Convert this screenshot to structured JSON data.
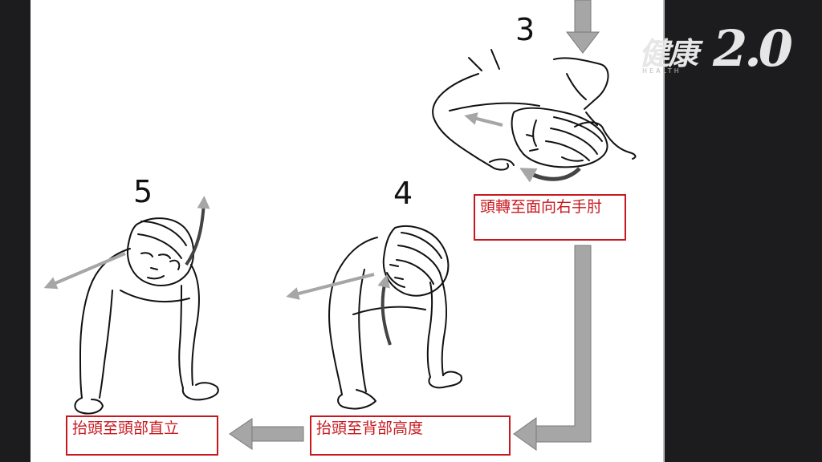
{
  "steps": [
    {
      "number": "3",
      "caption": "頭轉至面向右手肘"
    },
    {
      "number": "4",
      "caption": "抬頭至背部高度"
    },
    {
      "number": "5",
      "caption": "抬頭至頭部直立"
    }
  ],
  "logo": {
    "chinese": "健康",
    "version": "2.0",
    "subtitle": "HEALTH"
  },
  "colors": {
    "caption_red": "#c8181e",
    "arrow_gray": "#a6a6a6",
    "background_dark": "#1c1c1e"
  }
}
